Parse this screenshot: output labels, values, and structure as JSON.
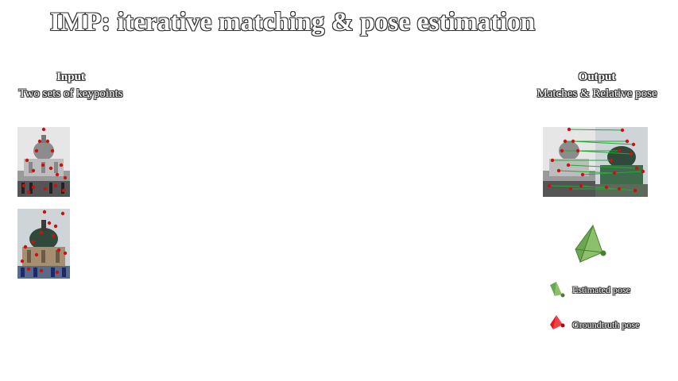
{
  "title": "IMP: iterative matching & pose estimation",
  "input": {
    "heading": "Input",
    "subheading": "Two sets of keypoints"
  },
  "output": {
    "heading": "Output",
    "subheading": "Matches & Relative pose"
  },
  "legend": {
    "estimated": {
      "label": "Estimated pose",
      "color": "#6aa84f"
    },
    "groundtruth": {
      "label": "Groundtruth pose",
      "color": "#e8141d"
    }
  },
  "colors": {
    "keypoint": "#cc1111",
    "match_line": "#22aa33",
    "dome_dark": "#2f4a3a",
    "sky_gray": "#d9d9d9"
  }
}
